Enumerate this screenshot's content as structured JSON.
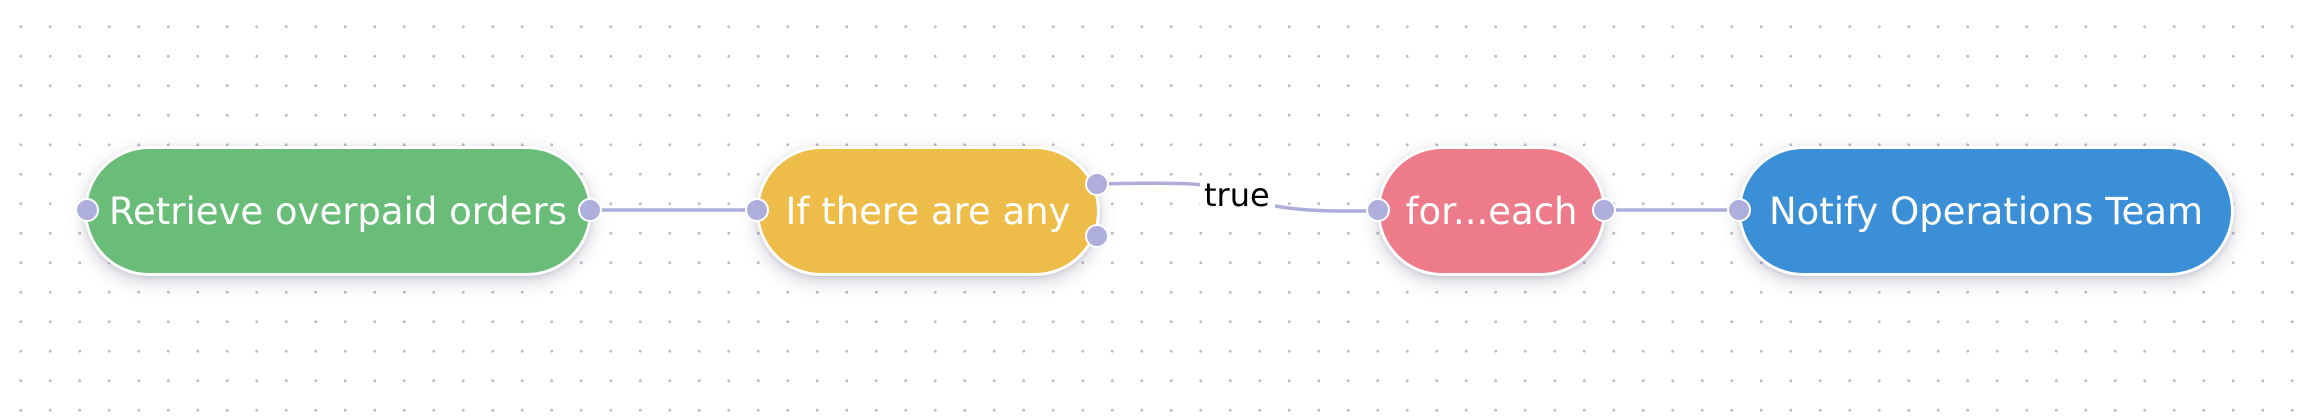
{
  "nodes": [
    {
      "label": "Retrieve overpaid orders",
      "color": "#69bd78"
    },
    {
      "label": "If there are any",
      "color": "#eebc48"
    },
    {
      "label": "for...each",
      "color": "#ee7b8a"
    },
    {
      "label": "Notify Operations Team",
      "color": "#3b8fd7"
    }
  ],
  "edges": [
    {
      "from": "Retrieve overpaid orders",
      "to": "If there are any",
      "label": ""
    },
    {
      "from": "If there are any",
      "to": "for...each",
      "label": "true"
    },
    {
      "from": "for...each",
      "to": "Notify Operations Team",
      "label": ""
    }
  ],
  "edge_color": "#aeaedc"
}
